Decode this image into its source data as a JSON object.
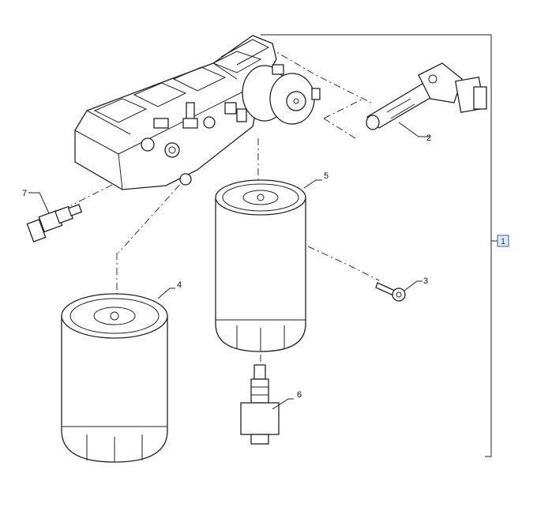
{
  "callouts": {
    "assembly": "1",
    "p2": "2",
    "p3": "3",
    "p4": "4",
    "p5": "5",
    "p6": "6",
    "p7": "7"
  }
}
